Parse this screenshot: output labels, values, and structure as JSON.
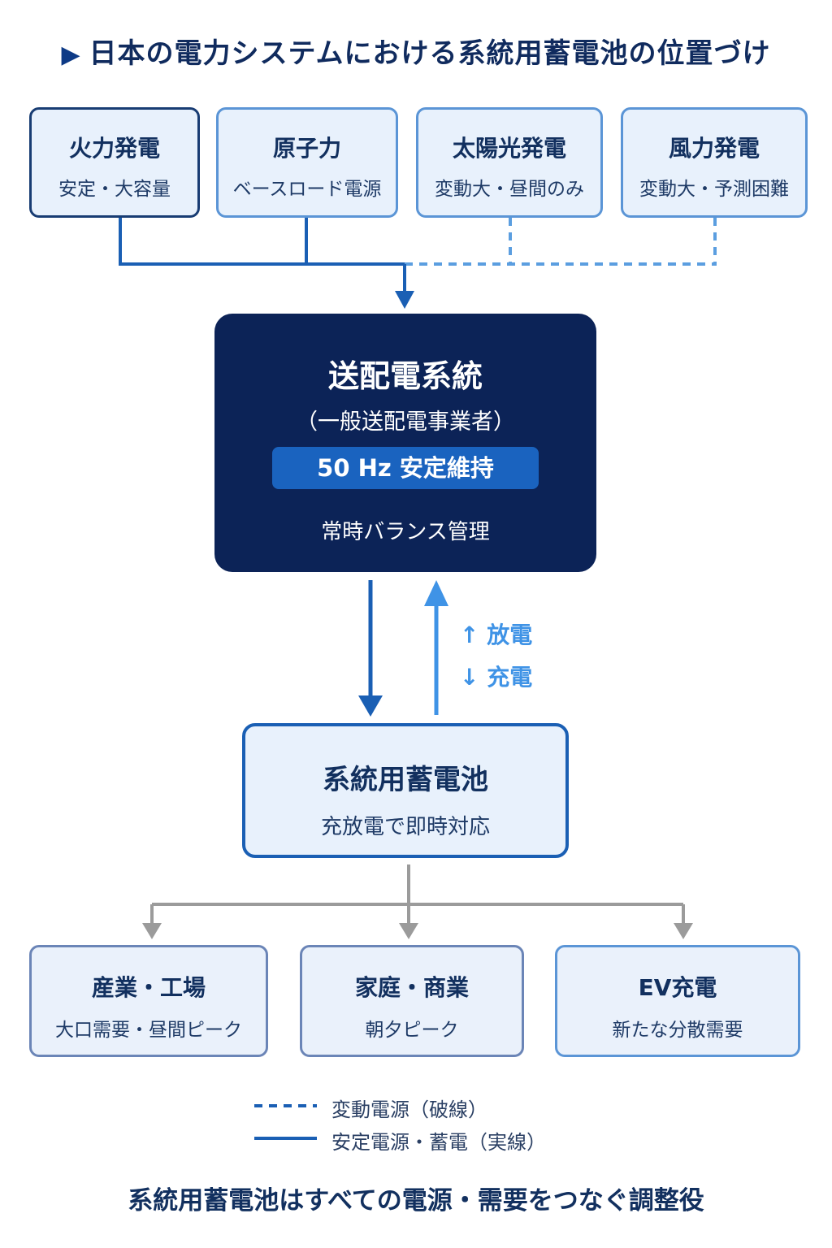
{
  "title": "日本の電力システムにおける系統用蓄電池の位置づけ",
  "title_marker": "▶",
  "sources": [
    {
      "name": "火力発電",
      "note": "安定・大容量",
      "line": "solid"
    },
    {
      "name": "原子力",
      "note": "ベースロード電源",
      "line": "solid"
    },
    {
      "name": "太陽光発電",
      "note": "変動大・昼間のみ",
      "line": "dashed"
    },
    {
      "name": "風力発電",
      "note": "変動大・予測困難",
      "line": "dashed"
    }
  ],
  "grid": {
    "title": "送配電系統",
    "subtitle": "（一般送配電事業者）",
    "badge": "50 Hz 安定維持",
    "note": "常時バランス管理"
  },
  "flow": {
    "discharge": "↑ 放電",
    "charge": "↓ 充電"
  },
  "battery": {
    "title": "系統用蓄電池",
    "note": "充放電で即時対応"
  },
  "demands": [
    {
      "name": "産業・工場",
      "note": "大口需要・昼間ピーク"
    },
    {
      "name": "家庭・商業",
      "note": "朝夕ピーク"
    },
    {
      "name": "EV充電",
      "note": "新たな分散需要"
    }
  ],
  "legend": {
    "dashed": "変動電源（破線）",
    "solid": "安定電源・蓄電（実線）"
  },
  "footer": "系統用蓄電池はすべての電源・需要をつなぐ調整役",
  "colors": {
    "navy": "#0c2357",
    "blue": "#1a63bf",
    "light_blue": "#3f93e6",
    "box_fill": "#e8f1fc",
    "gray_line": "#9b9b9b"
  }
}
